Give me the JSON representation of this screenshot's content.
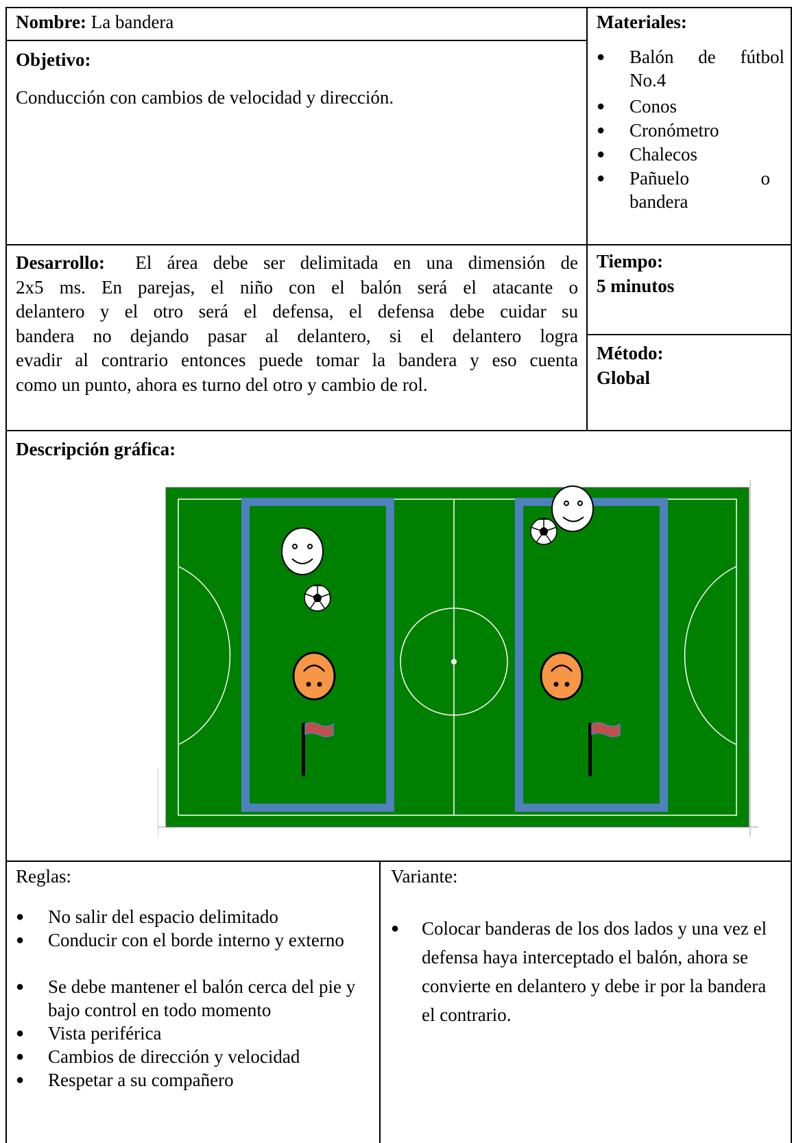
{
  "header": {
    "nombre_label": "Nombre:",
    "nombre_value": "La bandera",
    "materiales_label": "Materiales:"
  },
  "objetivo": {
    "label": "Objetivo:",
    "text": "Conducción con cambios de velocidad y dirección."
  },
  "materiales": {
    "bullet": "●",
    "items": [
      "Balón de fútbol No.4",
      "Conos",
      "Cronómetro",
      "Chalecos",
      "Pañuelo o bandera"
    ]
  },
  "desarrollo": {
    "label": "Desarrollo:",
    "lines": [
      "El área debe ser delimitada en una dimensión de",
      "2x5 ms. En parejas, el niño con el balón será el atacante o",
      "delantero y el otro será el defensa, el defensa debe cuidar su",
      "bandera no dejando pasar al delantero, si el delantero logra",
      "evadir al contrario entonces puede tomar la bandera y eso cuenta",
      "como un punto, ahora es turno del otro y cambio de rol."
    ]
  },
  "tiempo": {
    "label": "Tiempo:",
    "value": "5 minutos"
  },
  "metodo": {
    "label": "Método:",
    "value": "Global"
  },
  "grafica": {
    "label": "Descripción gráfica:",
    "colors": {
      "field": "#008000",
      "zone": "#4f81bd",
      "defender": "#f79646",
      "flag": "#c0504d"
    }
  },
  "reglas": {
    "label": "Reglas:",
    "items": [
      "No salir del espacio delimitado",
      "Conducir con el borde interno y externo",
      "Se debe mantener el balón cerca del pie y bajo control en todo momento",
      "Vista periférica",
      "Cambios de dirección y velocidad",
      "Respetar a su compañero"
    ]
  },
  "variante": {
    "label": "Variante:",
    "text": "Colocar banderas de los dos lados y una vez el defensa haya interceptado el balón, ahora se convierte en delantero y debe ir por la bandera el contrario."
  }
}
